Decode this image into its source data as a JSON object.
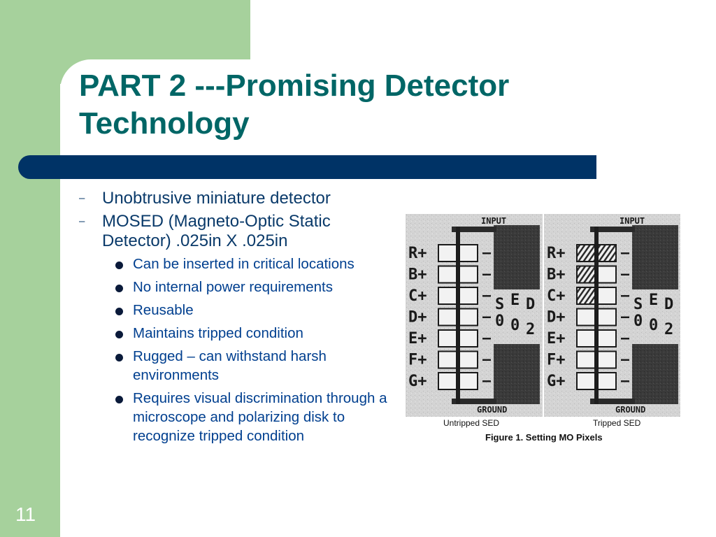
{
  "slide": {
    "title_line1": "PART 2 ---Promising Detector",
    "title_line2": "Technology",
    "page_number": "11"
  },
  "level1": [
    {
      "mark": "–",
      "text": "Unobtrusive miniature detector"
    },
    {
      "mark": "–",
      "text": "MOSED (Magneto-Optic Static Detector) .025in X .025in"
    }
  ],
  "level2": [
    "Can be inserted in critical locations",
    "No internal power requirements",
    "Reusable",
    "Maintains tripped condition",
    "Rugged – can withstand harsh environments",
    "Requires visual discrimination through a microscope and polarizing disk to recognize tripped condition"
  ],
  "figure": {
    "caption_left": "Untripped SED",
    "caption_right": "Tripped SED",
    "caption": "Figure 1.   Setting MO Pixels",
    "panels": [
      {
        "input_label": "INPUT",
        "ground_label": "GROUND",
        "rows": [
          "R+",
          "B+",
          "C+",
          "D+",
          "E+",
          "F+",
          "G+"
        ],
        "minus": "–",
        "sed": "SED",
        "num": "002",
        "tripped": [
          0,
          0,
          0,
          0,
          0,
          0,
          0
        ]
      },
      {
        "input_label": "INPUT",
        "ground_label": "GROUND",
        "rows": [
          "R+",
          "B+",
          "C+",
          "D+",
          "E+",
          "F+",
          "G+"
        ],
        "minus": "–",
        "sed": "SED",
        "num": "002",
        "tripped": [
          2,
          1,
          1,
          0,
          0,
          0,
          0
        ]
      }
    ]
  },
  "colors": {
    "green_band": "#a6d19c",
    "blue_bar": "#003366",
    "title": "#006666",
    "text": "#0a3a6a"
  }
}
